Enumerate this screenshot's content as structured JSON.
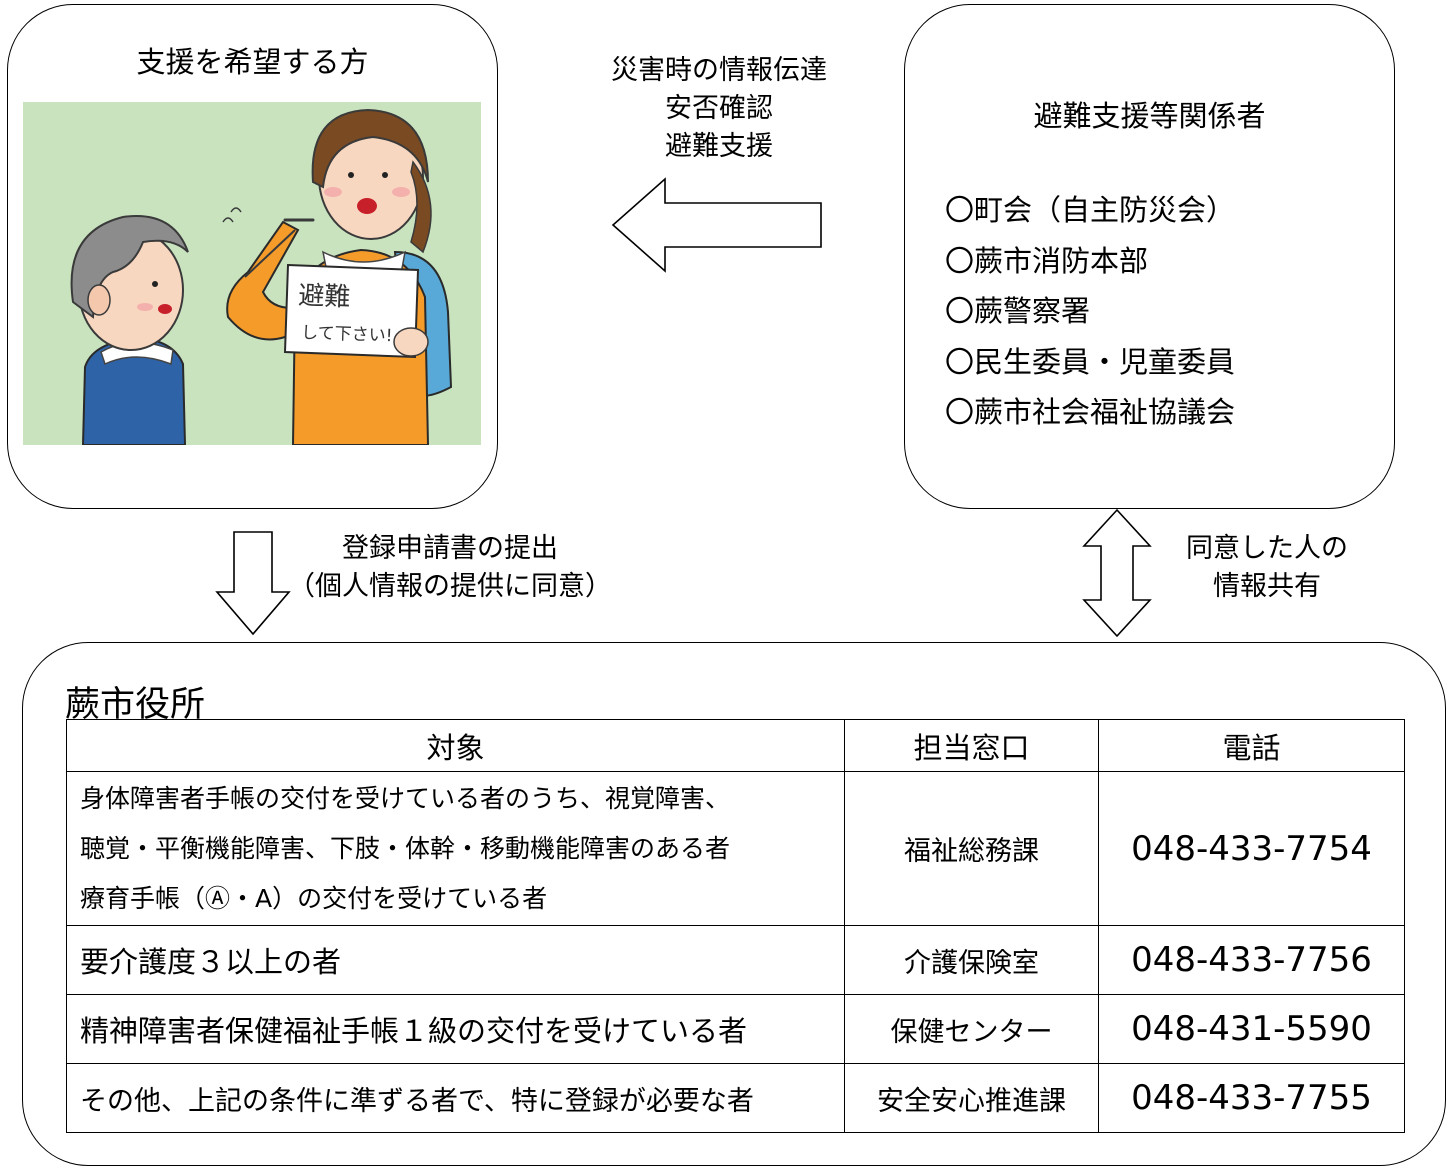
{
  "applicant_box": {
    "title": "支援を希望する方"
  },
  "illustration": {
    "sign_line1": "避難",
    "sign_line2": "して下さい!"
  },
  "top_arrow": {
    "label_lines": [
      "災害時の情報伝達",
      "安否確認",
      "避難支援"
    ]
  },
  "related_box": {
    "title": "避難支援等関係者",
    "items": [
      "〇町会（自主防災会）",
      "〇蕨市消防本部",
      "〇蕨警察署",
      "〇民生委員・児童委員",
      "〇蕨市社会福祉協議会"
    ]
  },
  "submit_arrow": {
    "label_lines": [
      "登録申請書の提出",
      "（個人情報の提供に同意）"
    ]
  },
  "share_arrow": {
    "label_lines": [
      "同意した人の",
      "情報共有"
    ]
  },
  "city_box": {
    "title": "蕨市役所",
    "table": {
      "headers": [
        "対象",
        "担当窓口",
        "電話"
      ],
      "rows": [
        {
          "target_lines": [
            "身体障害者手帳の交付を受けている者のうち、視覚障害、",
            "聴覚・平衡機能障害、下肢・体幹・移動機能障害のある者",
            "療育手帳（Ⓐ・A）の交付を受けている者"
          ],
          "dept": "福祉総務課",
          "phone": "048-433-7754"
        },
        {
          "target_lines": [
            "要介護度３以上の者"
          ],
          "dept": "介護保険室",
          "phone": "048-433-7756"
        },
        {
          "target_lines": [
            "精神障害者保健福祉手帳１級の交付を受けている者"
          ],
          "dept": "保健センター",
          "phone": "048-431-5590"
        },
        {
          "target_lines": [
            "その他、上記の条件に準ずる者で、特に登録が必要な者"
          ],
          "dept": "安全安心推進課",
          "phone": "048-433-7755"
        }
      ]
    }
  }
}
